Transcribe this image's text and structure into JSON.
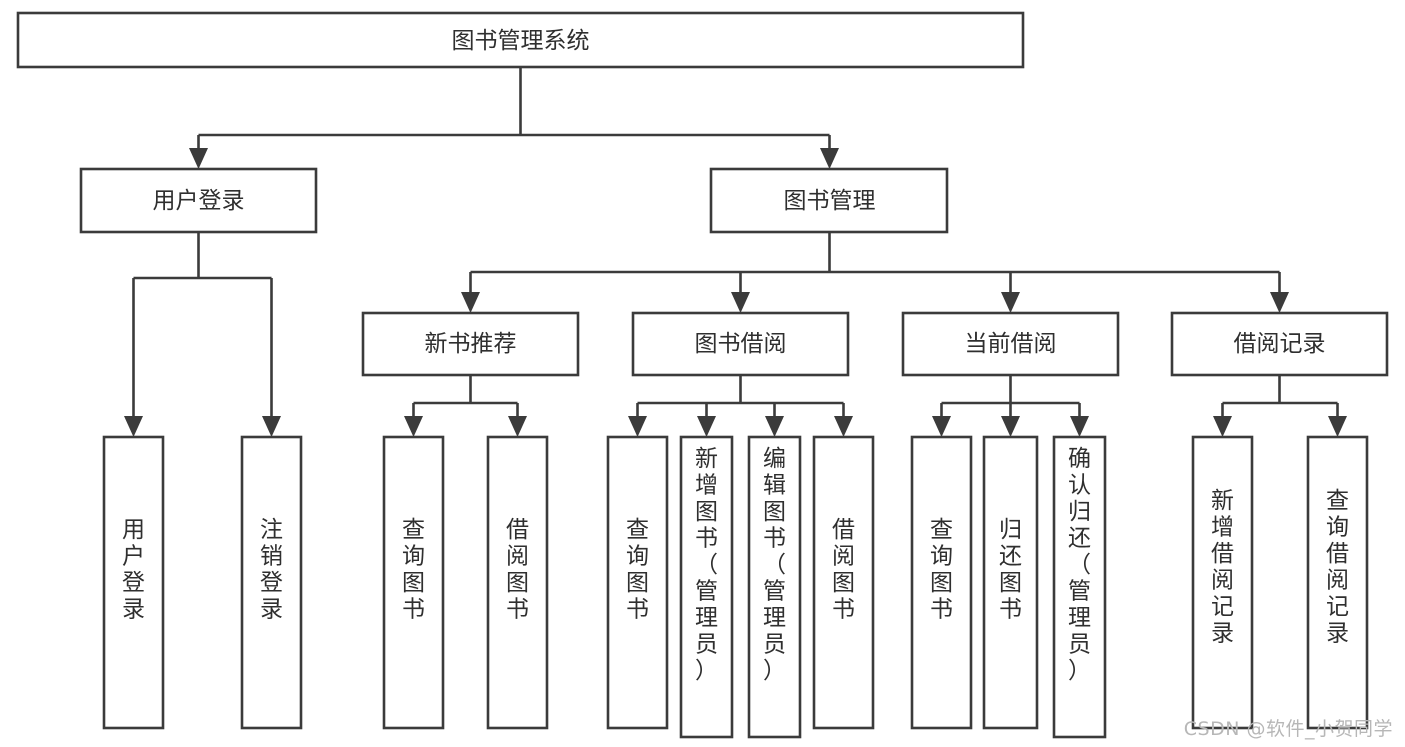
{
  "diagram": {
    "type": "tree",
    "title": "图书管理系统",
    "watermark": "CSDN @软件_小贺同学",
    "colors": {
      "stroke": "#3b3b3b",
      "box_fill": "#ffffff",
      "text": "#2f2f2f",
      "background": "#ffffff",
      "watermark": "#b7b7b7"
    },
    "levels": {
      "root": {
        "label": "图书管理系统"
      },
      "level2": [
        {
          "label": "用户登录"
        },
        {
          "label": "图书管理"
        }
      ],
      "level3": [
        {
          "label": "新书推荐"
        },
        {
          "label": "图书借阅"
        },
        {
          "label": "当前借阅"
        },
        {
          "label": "借阅记录"
        }
      ],
      "leaves": {
        "user_login": [
          {
            "label": "用户登录"
          },
          {
            "label": "注销登录"
          }
        ],
        "new_book_recommend": [
          {
            "label": "查询图书"
          },
          {
            "label": "借阅图书"
          }
        ],
        "book_borrow": [
          {
            "label": "查询图书"
          },
          {
            "label": "新增图书（管理员）"
          },
          {
            "label": "编辑图书（管理员）"
          },
          {
            "label": "借阅图书"
          }
        ],
        "current_borrow": [
          {
            "label": "查询图书"
          },
          {
            "label": "归还图书"
          },
          {
            "label": "确认归还（管理员）"
          }
        ],
        "borrow_record": [
          {
            "label": "新增借阅记录"
          },
          {
            "label": "查询借阅记录"
          }
        ]
      }
    }
  }
}
